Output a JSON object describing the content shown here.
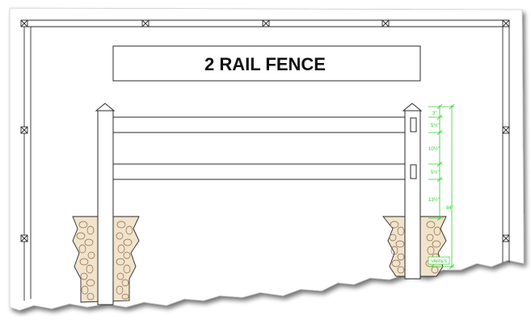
{
  "drawing": {
    "title": "2 RAIL FENCE",
    "colors": {
      "line": "#2a2a2a",
      "dimension": "#2fd12f",
      "stone_fill": "#f1e3cc",
      "stone_edge": "#8a6a44",
      "paper": "#ffffff",
      "shadow": "#9a9a9a"
    },
    "dimensions": {
      "post_top_gap": "3\"",
      "top_rail": "5½\"",
      "rail_gap": "10½\"",
      "bottom_rail": "5½\"",
      "bottom_gap": "13½\"",
      "overall_height": "84\"",
      "footing": "VARIES"
    }
  }
}
